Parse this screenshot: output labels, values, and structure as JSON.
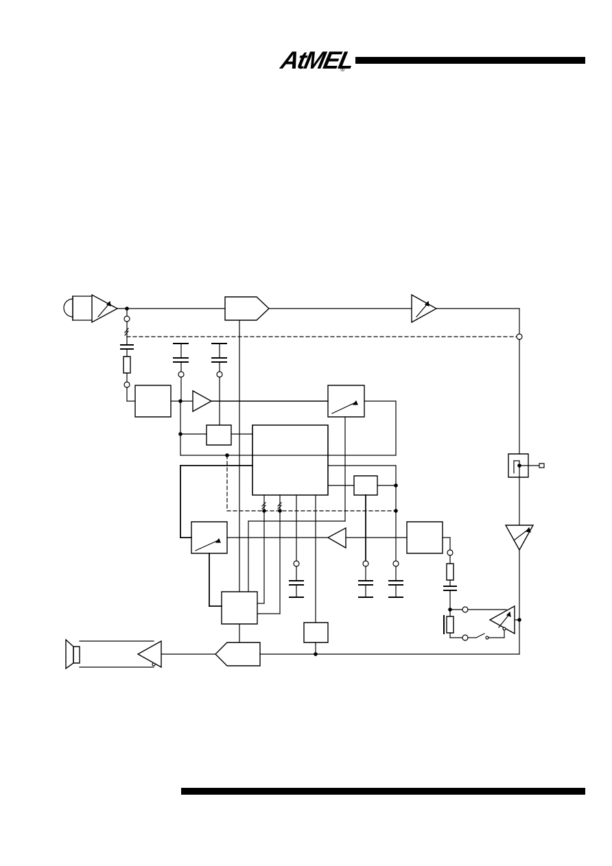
{
  "header": {
    "logo_text": "AtMEL",
    "registered_mark": "®"
  },
  "colors": {
    "ink": "#000000",
    "background": "#ffffff"
  },
  "diagram": {
    "kind": "telephone-speech-circuit-block-diagram",
    "components": [
      "microphone-icon",
      "loudspeaker-icon",
      "microphone-amplifier",
      "transmit-amplifier",
      "transmit-output-amplifier",
      "dtmf-generator",
      "control-logic-block",
      "receive-amplifier",
      "earpiece-amplifier",
      "line-interface-amplifier",
      "ringer-switch"
    ]
  }
}
